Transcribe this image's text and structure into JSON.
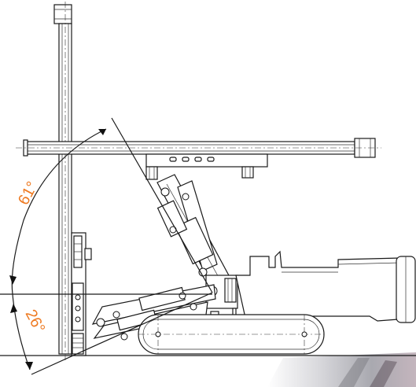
{
  "angles": {
    "upper": {
      "label": "61°",
      "degrees": 61
    },
    "lower": {
      "label": "26°",
      "degrees": 26
    }
  },
  "colors": {
    "annotation": "#ee7a22",
    "line": "#1a1a1a",
    "photo_strip": "#c9c9cc"
  }
}
